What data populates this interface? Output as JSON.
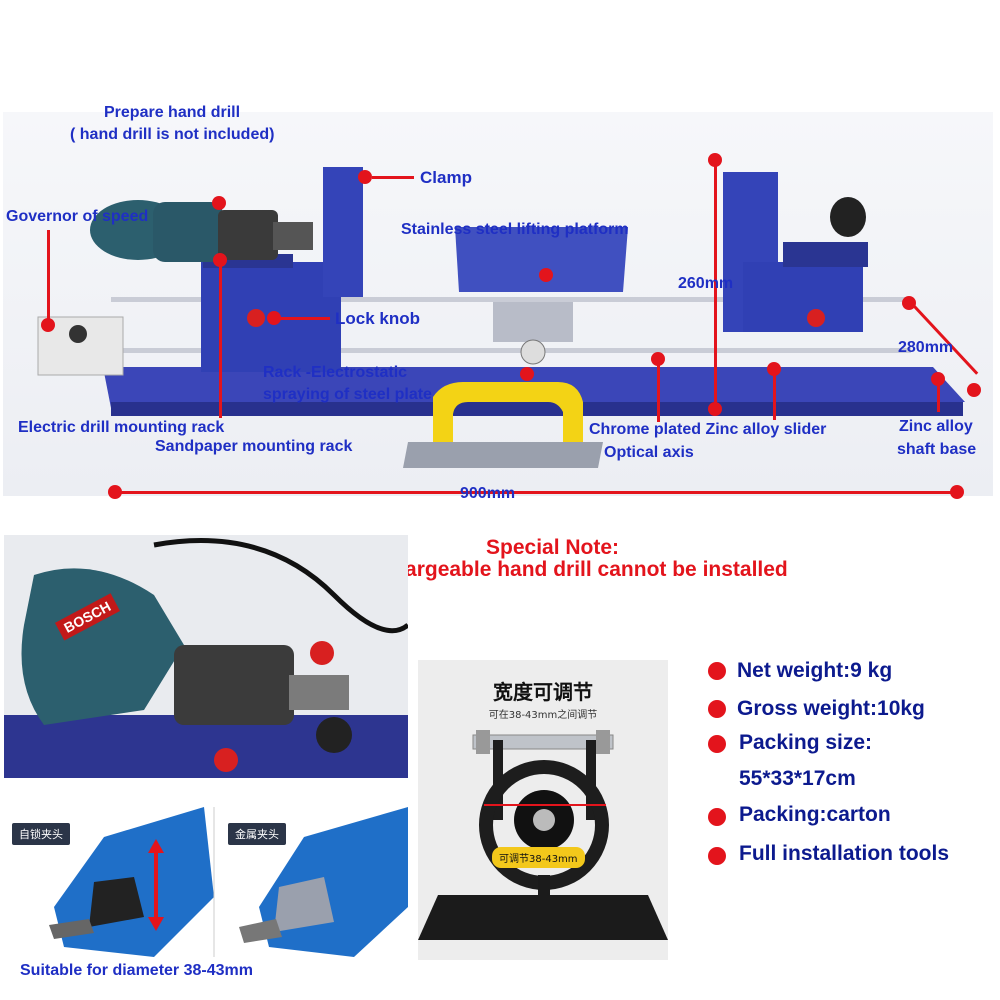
{
  "labels": {
    "prepare_line1": "Prepare hand drill",
    "prepare_line2": "( hand drill is not included)",
    "governor": "Governor of speed",
    "clamp": "Clamp",
    "platform": "Stainless steel lifting platform",
    "height": "260mm",
    "lock_knob": "Lock knob",
    "depth": "280mm",
    "rack_line1": "Rack -Electrostatic",
    "rack_line2": "spraying of steel plate",
    "drill_rack": "Electric drill mounting rack",
    "sandpaper_rack": "Sandpaper mounting rack",
    "slider": "Chrome plated Zinc alloy slider",
    "optical_axis": "Optical axis",
    "shaft_base_line1": "Zinc alloy",
    "shaft_base_line2": "shaft base",
    "width": "900mm"
  },
  "special_note": {
    "title": "Special Note:",
    "text": "Lithium/rechargeable hand drill cannot be installed"
  },
  "drill_brand": "BOSCH",
  "chucks": {
    "left_tag": "自锁夹头",
    "right_tag": "金属夹头",
    "caption": "Suitable for diameter 38-43mm"
  },
  "adjust": {
    "title": "宽度可调节",
    "subtitle": "可在38-43mm之间调节",
    "pill": "可调节38-43mm"
  },
  "specs": [
    {
      "line1": "Net weight:9 kg"
    },
    {
      "line1": "Gross weight:10kg"
    },
    {
      "line1": "Packing size:",
      "line2": "55*33*17cm"
    },
    {
      "line1": "Packing:carton"
    },
    {
      "line1": "Full  installation tools"
    }
  ],
  "colors": {
    "label_blue": "#1f2fc4",
    "spec_navy": "#0c1a8e",
    "marker_red": "#e3141c",
    "machine_blue": "#2e3aa6",
    "drill_teal": "#2c5f6e"
  }
}
